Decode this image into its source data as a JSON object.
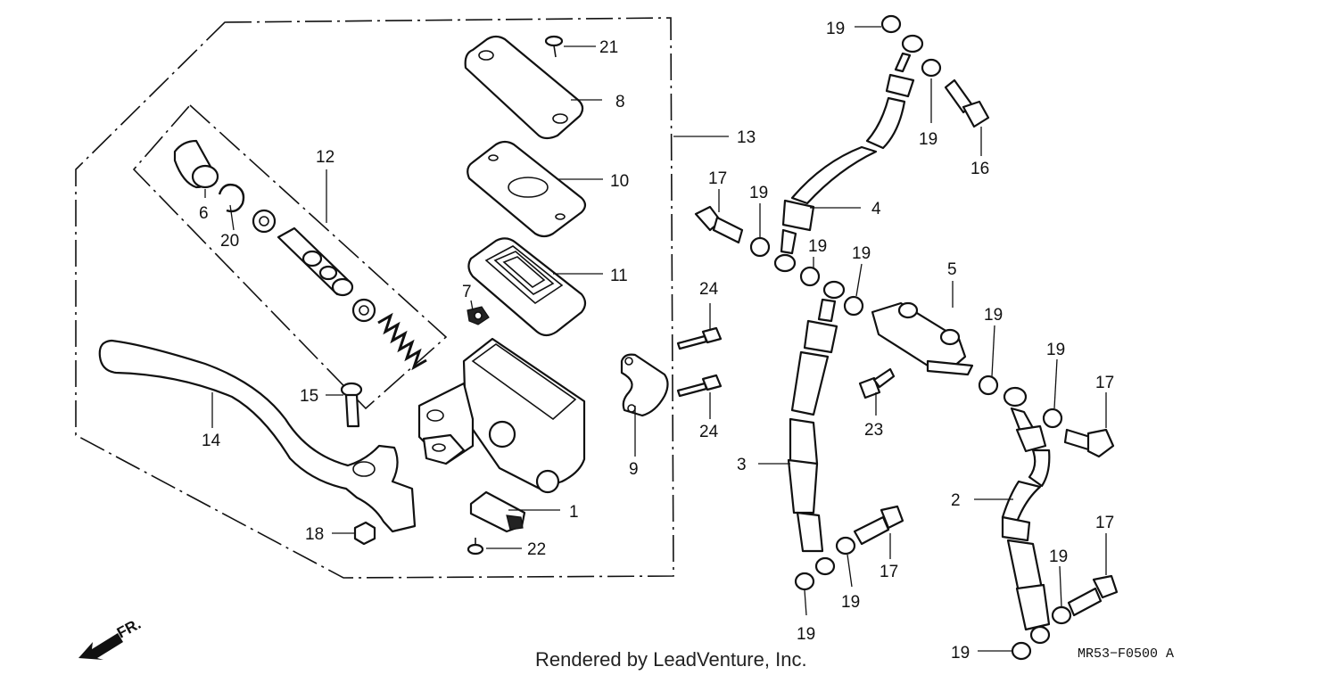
{
  "footer": {
    "rendered_by": "Rendered by LeadVenture, Inc.",
    "diagram_code": "MR53−F0500 A",
    "direction_label": "FR."
  },
  "labels": [
    {
      "id": "l1",
      "text": "1"
    },
    {
      "id": "l2",
      "text": "2"
    },
    {
      "id": "l3",
      "text": "3"
    },
    {
      "id": "l4",
      "text": "4"
    },
    {
      "id": "l5",
      "text": "5"
    },
    {
      "id": "l6",
      "text": "6"
    },
    {
      "id": "l7",
      "text": "7"
    },
    {
      "id": "l8",
      "text": "8"
    },
    {
      "id": "l9",
      "text": "9"
    },
    {
      "id": "l10",
      "text": "10"
    },
    {
      "id": "l11",
      "text": "11"
    },
    {
      "id": "l12",
      "text": "12"
    },
    {
      "id": "l13",
      "text": "13"
    },
    {
      "id": "l14",
      "text": "14"
    },
    {
      "id": "l15",
      "text": "15"
    },
    {
      "id": "l16",
      "text": "16"
    },
    {
      "id": "l17a",
      "text": "17"
    },
    {
      "id": "l17b",
      "text": "17"
    },
    {
      "id": "l17c",
      "text": "17"
    },
    {
      "id": "l17d",
      "text": "17"
    },
    {
      "id": "l18",
      "text": "18"
    },
    {
      "id": "l19a",
      "text": "19"
    },
    {
      "id": "l19b",
      "text": "19"
    },
    {
      "id": "l19c",
      "text": "19"
    },
    {
      "id": "l19d",
      "text": "19"
    },
    {
      "id": "l19e",
      "text": "19"
    },
    {
      "id": "l19f",
      "text": "19"
    },
    {
      "id": "l19g",
      "text": "19"
    },
    {
      "id": "l19h",
      "text": "19"
    },
    {
      "id": "l19i",
      "text": "19"
    },
    {
      "id": "l19j",
      "text": "19"
    },
    {
      "id": "l19k",
      "text": "19"
    },
    {
      "id": "l20",
      "text": "20"
    },
    {
      "id": "l21",
      "text": "21"
    },
    {
      "id": "l22",
      "text": "22"
    },
    {
      "id": "l23",
      "text": "23"
    },
    {
      "id": "l24a",
      "text": "24"
    },
    {
      "id": "l24b",
      "text": "24"
    }
  ]
}
